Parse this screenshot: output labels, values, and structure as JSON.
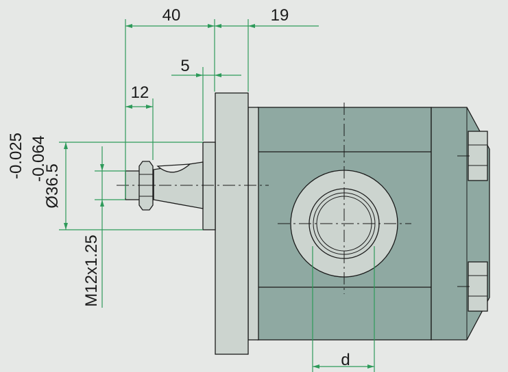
{
  "dimensions": {
    "shaft_length": "40",
    "flange_offset": "19",
    "spacer": "5",
    "key_length": "12",
    "diameter": "Ø36.5",
    "tol_upper": "-0.025",
    "tol_lower": "-0.064",
    "thread": "M12x1.25",
    "port": "d"
  },
  "colors": {
    "background": "#e6e8e6",
    "body_fill": "#8fa9a2",
    "part_fill": "#ccd4cf",
    "dimension_line": "#2e9a5a",
    "outline": "#1a1a1a"
  }
}
